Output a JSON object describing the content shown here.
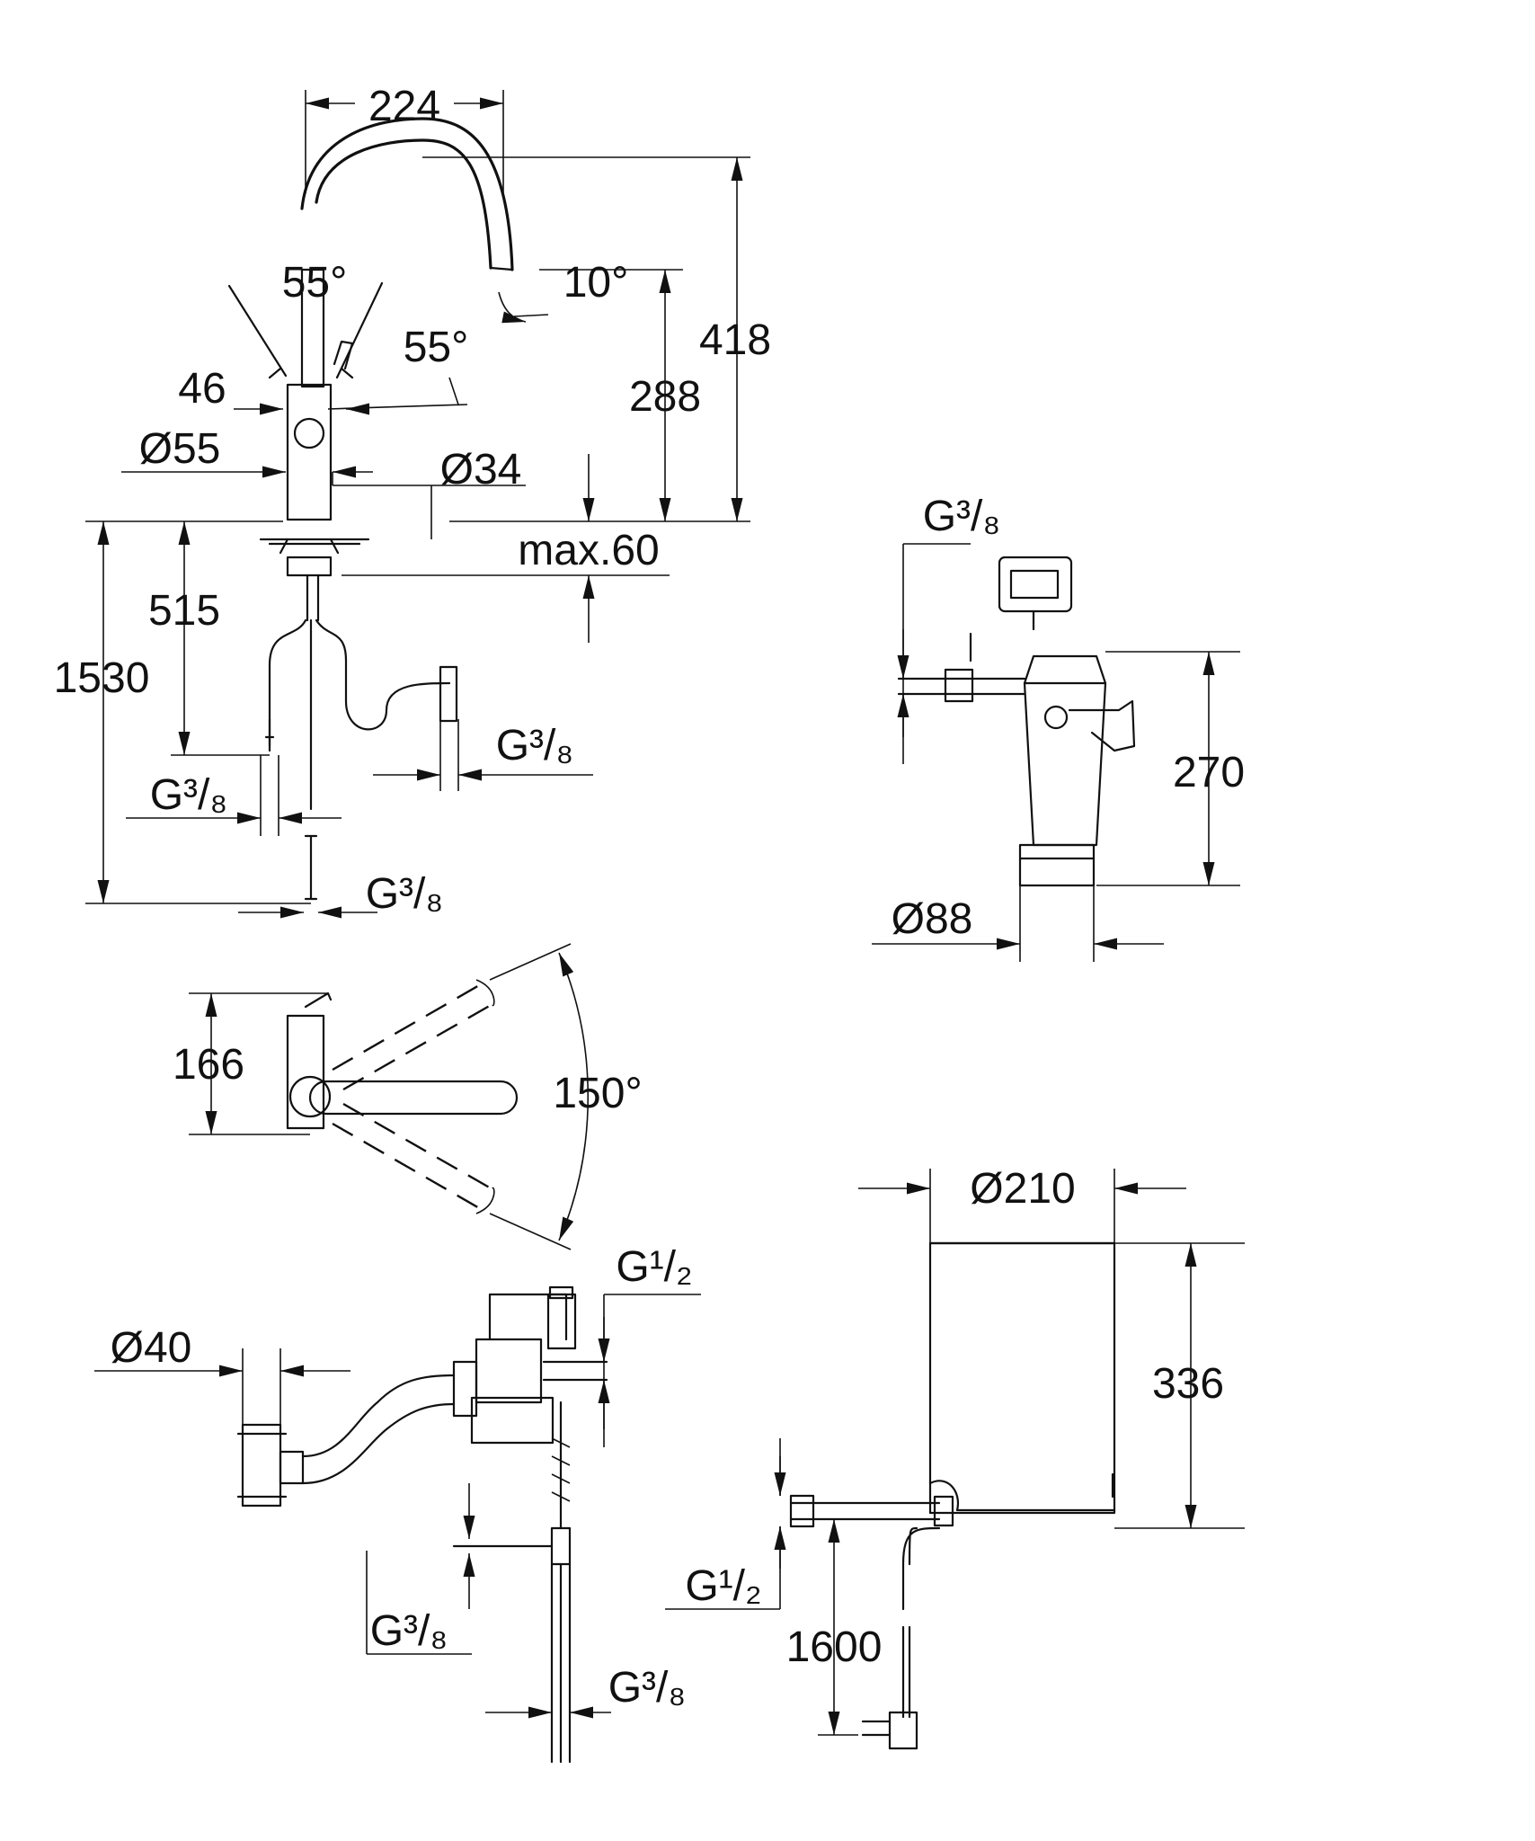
{
  "diagram": {
    "faucet_side_view": {
      "spout_reach": "224",
      "overall_height": "418",
      "spout_height": "288",
      "handle_angle_left": "55°",
      "handle_angle_right": "55°",
      "spout_tilt": "10°",
      "lever_offset": "46",
      "base_diameter": "Ø55",
      "mount_hole_diameter": "Ø34",
      "max_deck_thickness": "max.60",
      "hose_length_a": "515",
      "hose_length_b": "1530",
      "thread_left": "G³/₈",
      "thread_right": "G³/₈",
      "thread_bottom": "G³/₈"
    },
    "faucet_top_view": {
      "depth": "166",
      "swivel_angle": "150°"
    },
    "filter_unit": {
      "thread": "G³/₈",
      "height": "270",
      "diameter": "Ø88"
    },
    "boiler_connections": {
      "drain_diameter": "Ø40",
      "inlet_thread": "G¹/₂",
      "outlet_thread_left": "G³/₈",
      "outlet_thread_bottom": "G³/₈"
    },
    "boiler_tank": {
      "diameter": "Ø210",
      "height": "336",
      "cable_length": "1600",
      "thread": "G¹/₂"
    }
  }
}
